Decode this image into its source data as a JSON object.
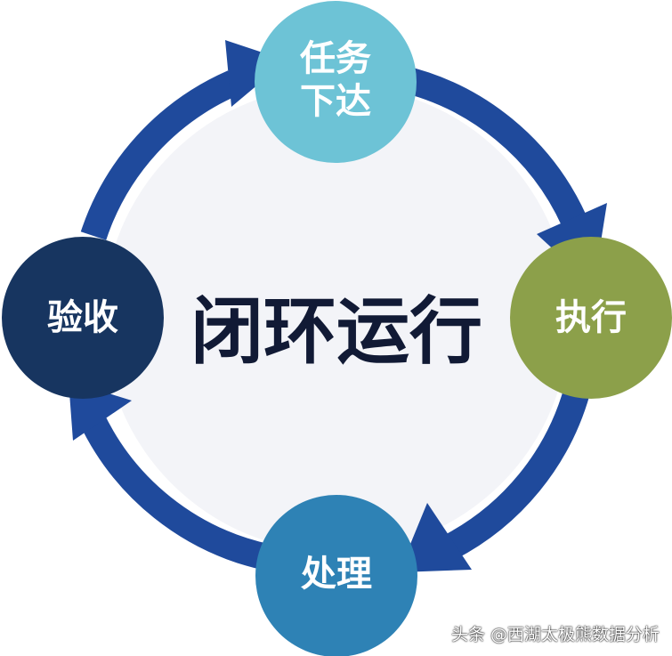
{
  "diagram": {
    "center": "闭环运行",
    "nodes": {
      "task": {
        "lines": [
          "任务",
          "下达"
        ],
        "color": "#6dc3d6"
      },
      "execute": {
        "lines": [
          "执行"
        ],
        "color": "#8ca04a"
      },
      "process": {
        "lines": [
          "处理"
        ],
        "color": "#2e82b5"
      },
      "accept": {
        "lines": [
          "验收"
        ],
        "color": "#173560"
      }
    },
    "ring_color": "#1f4a9c",
    "center_fill": "#f3f4f8"
  },
  "watermark": "头条 @西湖太极熊数据分析"
}
